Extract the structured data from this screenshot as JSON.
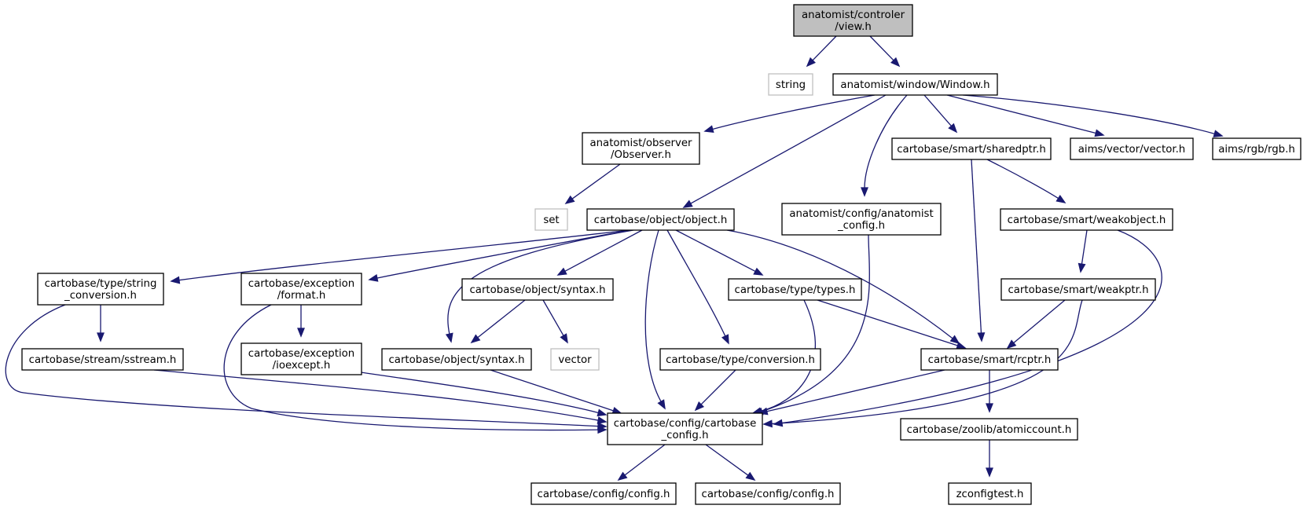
{
  "graph": {
    "colors": {
      "edge": "#191970",
      "root_fill": "#bfbfbf",
      "node_stroke": "#000000",
      "external_stroke": "#bfbfbf"
    },
    "nodes": [
      {
        "id": "view",
        "lines": [
          "anatomist/controler",
          "/view.h"
        ],
        "kind": "root"
      },
      {
        "id": "string",
        "lines": [
          "string"
        ],
        "kind": "external"
      },
      {
        "id": "window",
        "lines": [
          "anatomist/window/Window.h"
        ],
        "kind": "normal"
      },
      {
        "id": "observer",
        "lines": [
          "anatomist/observer",
          "/Observer.h"
        ],
        "kind": "normal"
      },
      {
        "id": "sharedptr",
        "lines": [
          "cartobase/smart/sharedptr.h"
        ],
        "kind": "normal"
      },
      {
        "id": "vectorh",
        "lines": [
          "aims/vector/vector.h"
        ],
        "kind": "normal"
      },
      {
        "id": "rgbh",
        "lines": [
          "aims/rgb/rgb.h"
        ],
        "kind": "normal"
      },
      {
        "id": "set",
        "lines": [
          "set"
        ],
        "kind": "external"
      },
      {
        "id": "objecth",
        "lines": [
          "cartobase/object/object.h"
        ],
        "kind": "normal"
      },
      {
        "id": "anaconfig",
        "lines": [
          "anatomist/config/anatomist",
          "_config.h"
        ],
        "kind": "normal"
      },
      {
        "id": "weakobject",
        "lines": [
          "cartobase/smart/weakobject.h"
        ],
        "kind": "normal"
      },
      {
        "id": "stringconv",
        "lines": [
          "cartobase/type/string",
          "_conversion.h"
        ],
        "kind": "normal"
      },
      {
        "id": "format",
        "lines": [
          "cartobase/exception",
          "/format.h"
        ],
        "kind": "normal"
      },
      {
        "id": "syntax1",
        "lines": [
          "cartobase/object/syntax.h"
        ],
        "kind": "normal"
      },
      {
        "id": "types",
        "lines": [
          "cartobase/type/types.h"
        ],
        "kind": "normal"
      },
      {
        "id": "weakptr",
        "lines": [
          "cartobase/smart/weakptr.h"
        ],
        "kind": "normal"
      },
      {
        "id": "sstream",
        "lines": [
          "cartobase/stream/sstream.h"
        ],
        "kind": "normal"
      },
      {
        "id": "ioexcept",
        "lines": [
          "cartobase/exception",
          "/ioexcept.h"
        ],
        "kind": "normal"
      },
      {
        "id": "syntax2",
        "lines": [
          "cartobase/object/syntax.h"
        ],
        "kind": "normal"
      },
      {
        "id": "vector",
        "lines": [
          "vector"
        ],
        "kind": "external"
      },
      {
        "id": "conversion",
        "lines": [
          "cartobase/type/conversion.h"
        ],
        "kind": "normal"
      },
      {
        "id": "rcptr",
        "lines": [
          "cartobase/smart/rcptr.h"
        ],
        "kind": "normal"
      },
      {
        "id": "cbconfig",
        "lines": [
          "cartobase/config/cartobase",
          "_config.h"
        ],
        "kind": "normal"
      },
      {
        "id": "atomic",
        "lines": [
          "cartobase/zoolib/atomiccount.h"
        ],
        "kind": "normal"
      },
      {
        "id": "config1",
        "lines": [
          "cartobase/config/config.h"
        ],
        "kind": "normal"
      },
      {
        "id": "config2",
        "lines": [
          "cartobase/config/config.h"
        ],
        "kind": "normal"
      },
      {
        "id": "zconfig",
        "lines": [
          "zconfigtest.h"
        ],
        "kind": "normal"
      }
    ],
    "edges": [
      [
        "view",
        "string"
      ],
      [
        "view",
        "window"
      ],
      [
        "window",
        "observer"
      ],
      [
        "window",
        "objecth"
      ],
      [
        "window",
        "anaconfig"
      ],
      [
        "window",
        "sharedptr"
      ],
      [
        "window",
        "vectorh"
      ],
      [
        "window",
        "rgbh"
      ],
      [
        "observer",
        "set"
      ],
      [
        "sharedptr",
        "weakobject"
      ],
      [
        "sharedptr",
        "rcptr"
      ],
      [
        "objecth",
        "stringconv"
      ],
      [
        "objecth",
        "format"
      ],
      [
        "objecth",
        "syntax2"
      ],
      [
        "objecth",
        "syntax1"
      ],
      [
        "objecth",
        "cbconfig"
      ],
      [
        "objecth",
        "conversion"
      ],
      [
        "objecth",
        "types"
      ],
      [
        "objecth",
        "rcptr"
      ],
      [
        "anaconfig",
        "cbconfig"
      ],
      [
        "weakobject",
        "weakptr"
      ],
      [
        "weakobject",
        "cbconfig"
      ],
      [
        "stringconv",
        "sstream"
      ],
      [
        "stringconv",
        "cbconfig"
      ],
      [
        "format",
        "ioexcept"
      ],
      [
        "format",
        "cbconfig"
      ],
      [
        "syntax1",
        "syntax2"
      ],
      [
        "syntax1",
        "vector"
      ],
      [
        "types",
        "rcptr"
      ],
      [
        "types",
        "cbconfig"
      ],
      [
        "weakptr",
        "rcptr"
      ],
      [
        "weakptr",
        "cbconfig"
      ],
      [
        "sstream",
        "cbconfig"
      ],
      [
        "ioexcept",
        "cbconfig"
      ],
      [
        "syntax2",
        "cbconfig"
      ],
      [
        "conversion",
        "cbconfig"
      ],
      [
        "rcptr",
        "cbconfig"
      ],
      [
        "rcptr",
        "atomic"
      ],
      [
        "cbconfig",
        "config1"
      ],
      [
        "cbconfig",
        "config2"
      ],
      [
        "atomic",
        "zconfig"
      ]
    ]
  }
}
